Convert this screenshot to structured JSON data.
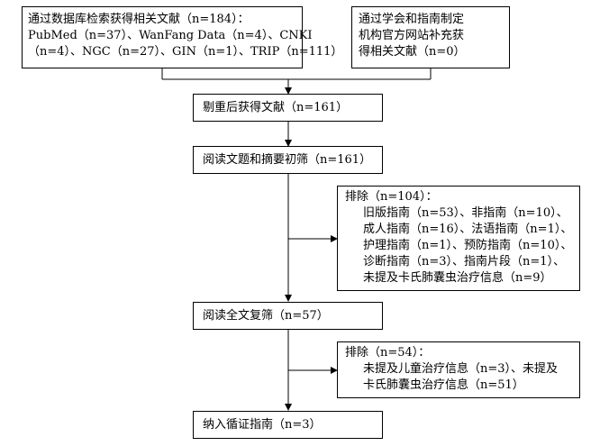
{
  "boxes": {
    "database": {
      "lines": [
        "通过数据库检索获得相关文献（n=184）：",
        "PubMed（n=37）、WanFang Data（n=4）、CNKI",
        "（n=4）、NGC（n=27）、GIN（n=1）、TRIP（n=111）"
      ]
    },
    "society": {
      "lines": [
        "通过学会和指南制定",
        "机构官方网站补充获",
        "得相关文献（n=0）"
      ]
    },
    "dedup": {
      "text": "剔重后获得文献（n=161）"
    },
    "screen": {
      "text": "阅读文题和摘要初筛（n=161）"
    },
    "exclude1": {
      "title": "排除（n=104）：",
      "lines": [
        "旧版指南（n=53）、非指南（n=10）、",
        "成人指南（n=16）、法语指南（n=1）、",
        "护理指南（n=1）、预防指南（n=10）、",
        "诊断指南（n=3）、指南片段（n=1）、",
        "未提及卡氏肺囊虫治疗信息（n=9）"
      ]
    },
    "fulltext": {
      "text": "阅读全文复筛（n=57）"
    },
    "exclude2": {
      "title": "排除（n=54）：",
      "lines": [
        "未提及儿童治疗信息（n=3）、未提及",
        "卡氏肺囊虫治疗信息（n=51）"
      ]
    },
    "included": {
      "text": "纳入循证指南（n=3）"
    }
  }
}
